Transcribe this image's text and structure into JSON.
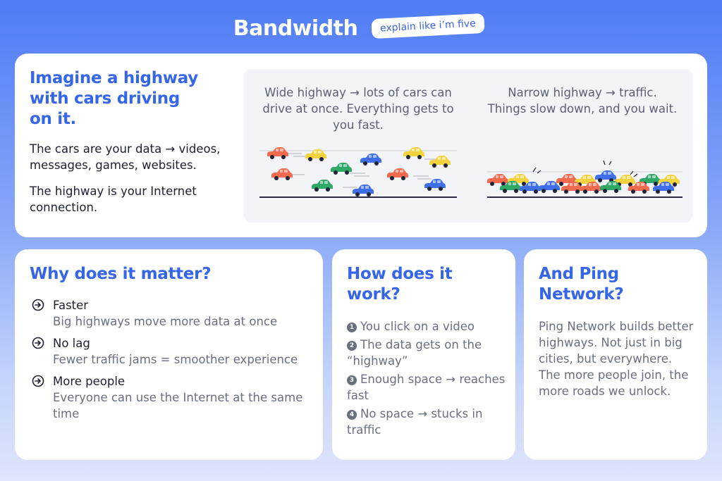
{
  "header": {
    "title": "Bandwidth",
    "badge": "explain like i’m five"
  },
  "intro": {
    "heading": "Imagine a highway with cars driving on it.",
    "paragraphs": [
      "The cars are your data → videos, messages, games, websites.",
      "The highway is your Internet connection."
    ]
  },
  "illustration": {
    "wide_caption": "Wide highway → lots of cars can drive at once. Everything gets to you fast.",
    "narrow_caption": "Narrow highway → traffic. Things slow down, and you wait."
  },
  "why": {
    "heading": "Why does it matter?",
    "items": [
      {
        "label": "Faster",
        "desc": "Big highways move more data at once"
      },
      {
        "label": "No lag",
        "desc": "Fewer traffic jams = smoother experience"
      },
      {
        "label": "More people",
        "desc": "Everyone can use the Internet at the same time"
      }
    ]
  },
  "how": {
    "heading": "How does it work?",
    "steps": [
      {
        "num": "1",
        "text": "You click on a video"
      },
      {
        "num": "2",
        "text": "The data gets on the “highway”"
      },
      {
        "num": "3",
        "text": "Enough space → reaches fast"
      },
      {
        "num": "4",
        "text": "No space → stucks in traffic"
      }
    ]
  },
  "ping": {
    "heading": "And Ping Network?",
    "text": "Ping Network builds better highways. Not just in big cities, but everywhere. The more people join, the more roads we unlock."
  },
  "colors": {
    "accent": "#3565e8",
    "car_red": "#f26b4f",
    "car_yellow": "#f3d23f",
    "car_green": "#2fa868",
    "car_blue": "#3f6fe8",
    "road": "#2a2f45"
  }
}
